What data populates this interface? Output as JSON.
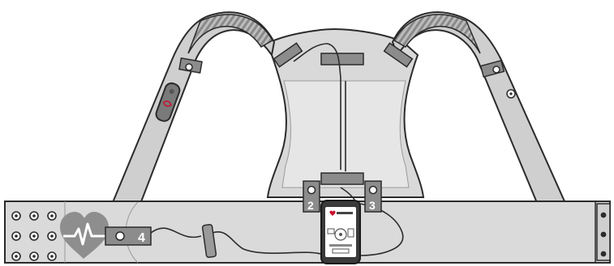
{
  "markers": {
    "m2": "2",
    "m3": "3",
    "m4": "4"
  },
  "device": {
    "brand_text": "",
    "screen_caption": ""
  },
  "colors": {
    "outline": "#2b2b2b",
    "strap": "#c9c9c9",
    "panel": "#d6d6d6",
    "belt": "#dadada",
    "tab": "#8c8c8c",
    "heart": "#8e8e8e",
    "accent_red": "#c8102e"
  },
  "icons": [
    "heart-pulse-icon",
    "vibration-sensor-icon",
    "smartphone-icon",
    "snap-button-icon"
  ]
}
